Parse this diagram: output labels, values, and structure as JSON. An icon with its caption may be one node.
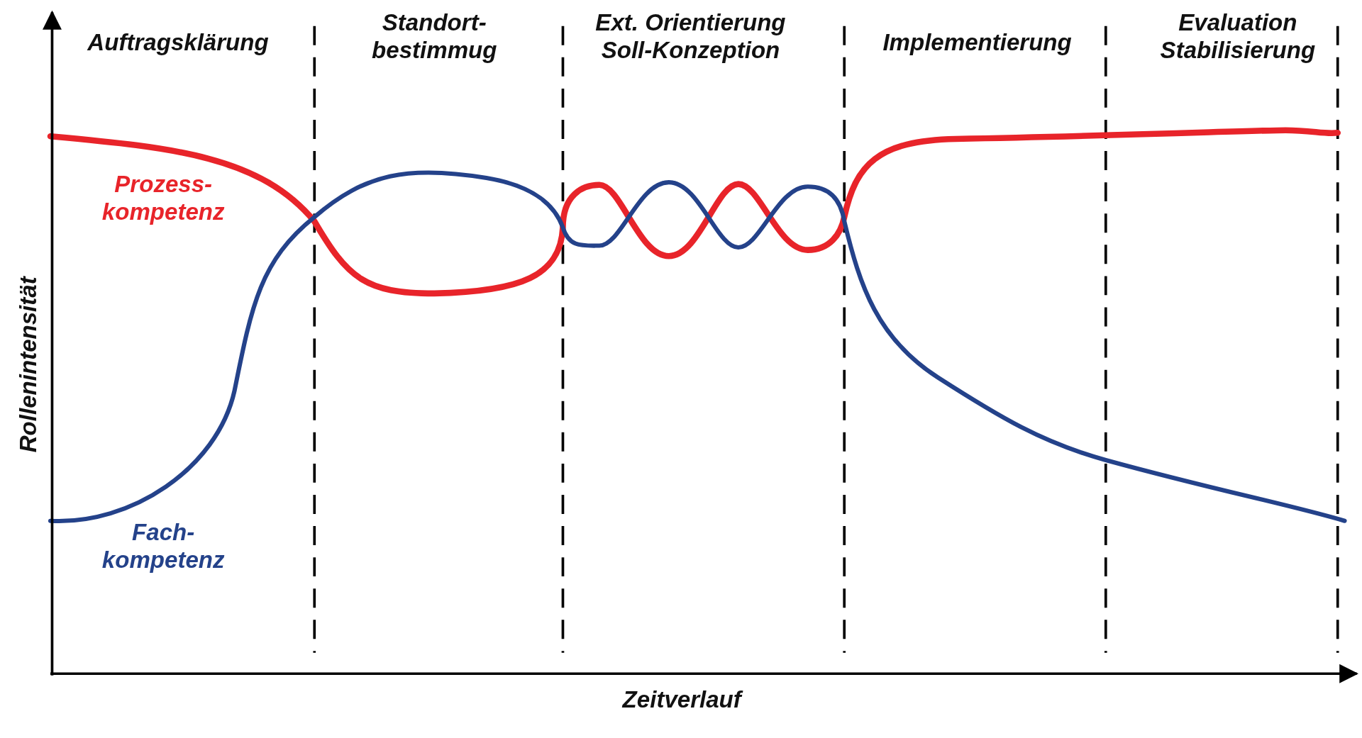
{
  "diagram": {
    "labels": [
      "Auftragsklärung",
      "Standort- bestimmug",
      "Ext. Orientierung Soll-Konzeption",
      "Implementierung",
      "Evaluation Stabilisierung",
      "Prozess- kompetenz",
      "Rollenintensität",
      "Fach- kompetenz",
      "Zeitverlauf"
    ]
  }
}
